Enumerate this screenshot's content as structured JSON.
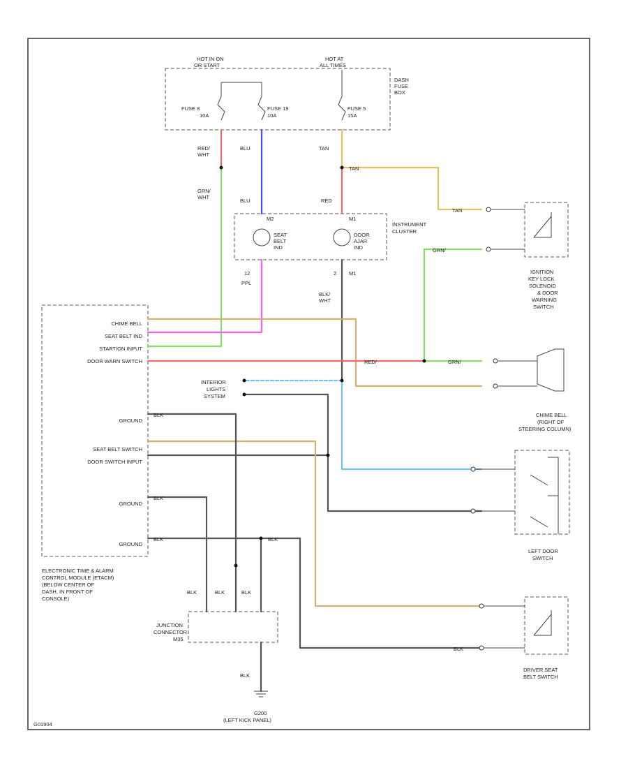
{
  "colors": {
    "blk": "#555555",
    "blu": "#4a4af0",
    "red": "#f06a6a",
    "grn": "#88dd66",
    "tan": "#e8c060",
    "ppl": "#f060f0",
    "ltblu": "#70c0f0",
    "brn": "#d4b070",
    "redwht": "#f06a6a"
  },
  "fuse_block": {
    "hot_run": [
      "HOT IN ON",
      "OR START"
    ],
    "hot_all": [
      "HOT AT",
      "ALL TIMES"
    ],
    "dash": [
      "DASH",
      "FUSE",
      "BOX"
    ],
    "fuse8": [
      "FUSE 8",
      "10A"
    ],
    "fuse19": [
      "FUSE 19",
      "10A"
    ],
    "fuse5": [
      "FUSE 5",
      "15A"
    ]
  },
  "wires": {
    "red_wht": [
      "RED/",
      "WHT"
    ],
    "blu": "BLU",
    "tan": "TAN",
    "grn_wht": [
      "GRN/",
      "WHT"
    ],
    "red": "RED",
    "ppl": "PPL",
    "blk_wht": [
      "BLK/",
      "WHT"
    ],
    "blk": "BLK"
  },
  "cluster": {
    "title": [
      "INSTRUMENT",
      "CLUSTER"
    ],
    "seat_belt_ind": [
      "SEAT",
      "BELT",
      "IND"
    ],
    "door_ajar_ind": [
      "DOOR",
      "AJAR",
      "IND"
    ],
    "pin_12": "12",
    "pin_2": "2",
    "conn_left": "M2",
    "conn_right": "M1"
  },
  "ignition_switch": [
    "IGNITION",
    "KEY LOCK",
    "SOLENOID",
    "& DOOR",
    "WARNING",
    "SWITCH"
  ],
  "chime_bell": [
    "CHIME BELL",
    "(RIGHT OF",
    "STEERING COLUMN)"
  ],
  "interior_lights": [
    "INTERIOR",
    "LIGHTS",
    "SYSTEM"
  ],
  "left_door_switch": [
    "LEFT DOOR",
    "SWITCH"
  ],
  "driver_seat_belt": [
    "DRIVER SEAT",
    "BELT SWITCH"
  ],
  "module": {
    "name": [
      "ELECTRONIC TIME & ALARM",
      "CONTROL MODULE (ETACM)",
      "(BELOW CENTER OF",
      "DASH, IN FRONT OF",
      "CONSOLE)"
    ],
    "chime_bell": "CHIME BELL",
    "seat_belt_ind": "SEAT BELT IND",
    "start_on_input": "START/ON INPUT",
    "door_warn_switch": "DOOR WARN SWITCH",
    "ground": "GROUND",
    "seat_belt_switch": "SEAT BELT SWITCH",
    "door_switch_input": "DOOR SWITCH INPUT"
  },
  "junction": [
    "JUNCTION",
    "CONNECTOR",
    "M35"
  ],
  "ground_label": [
    "G200",
    "(LEFT KICK PANEL)"
  ],
  "diagram_id": "G01904"
}
